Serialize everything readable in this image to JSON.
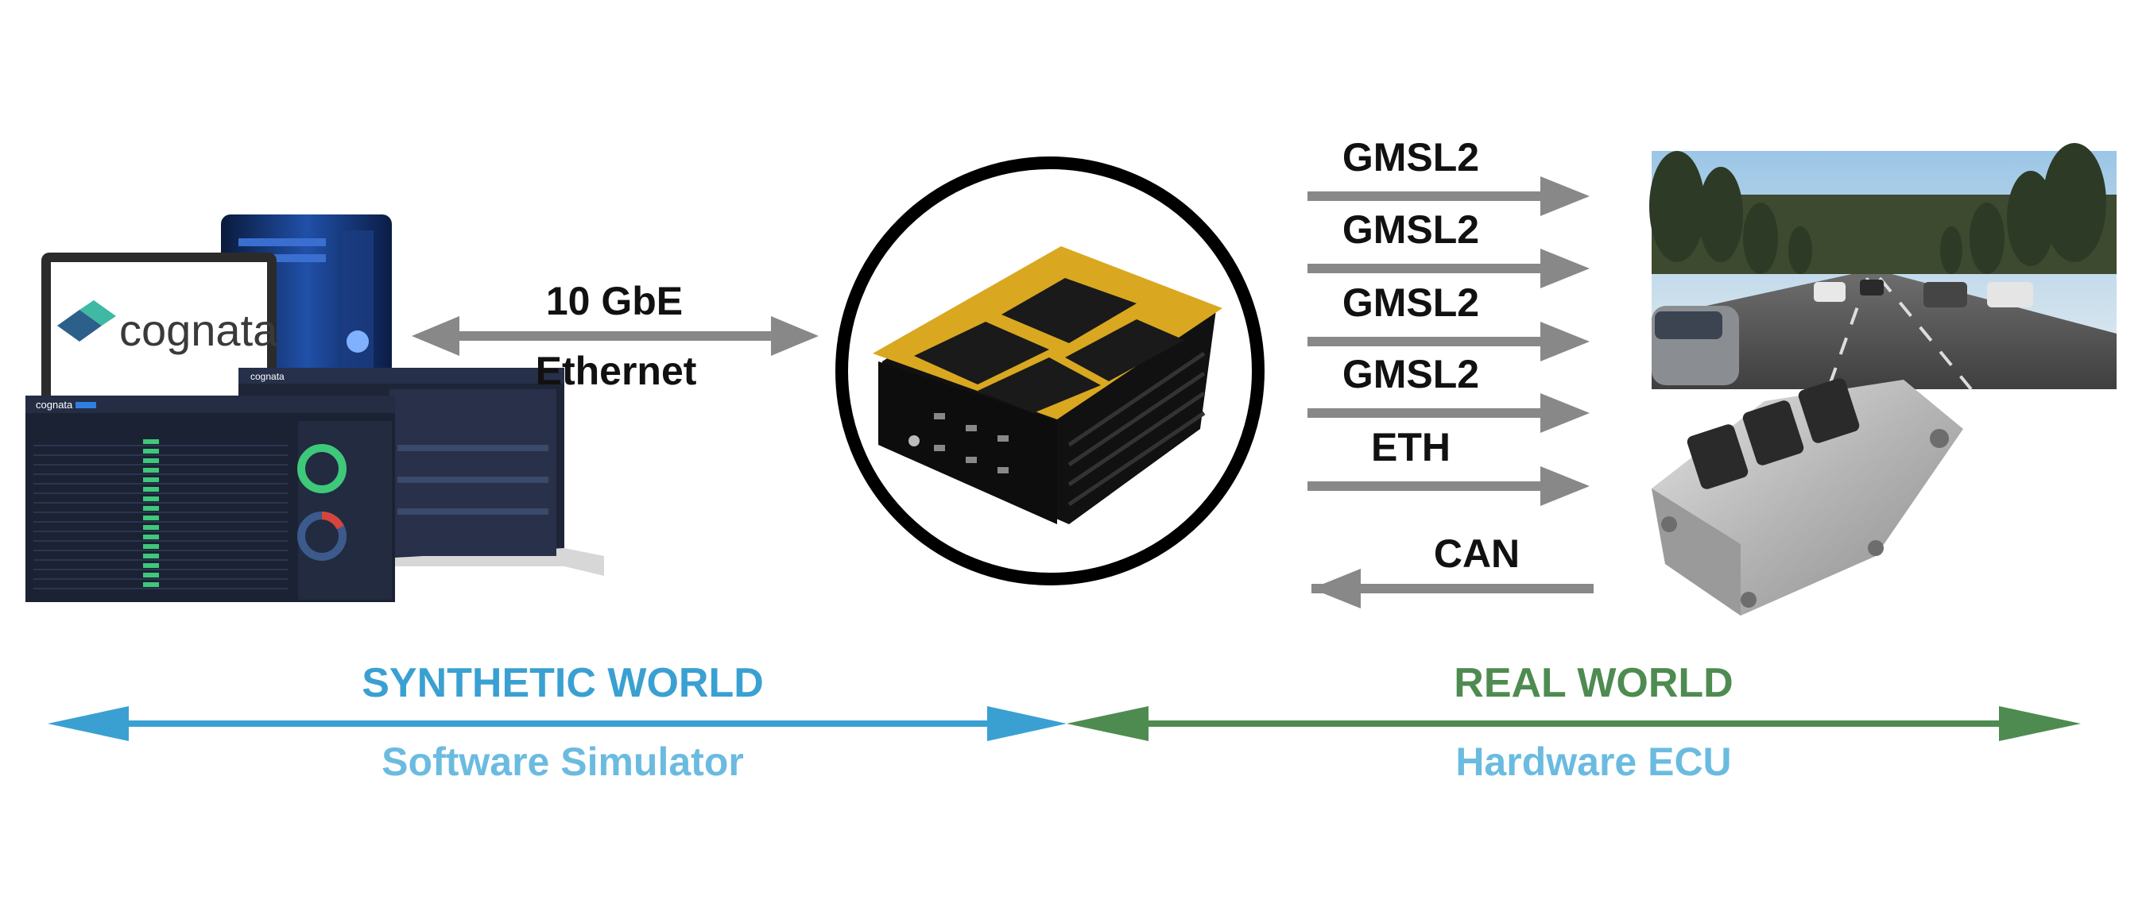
{
  "simulator": {
    "logo_text": "cognata",
    "screen_brand": "cognata"
  },
  "links": {
    "ethernet_line1": "10 GbE",
    "ethernet_line2": "Ethernet",
    "outputs": [
      "GMSL2",
      "GMSL2",
      "GMSL2",
      "GMSL2",
      "ETH"
    ],
    "input": "CAN"
  },
  "worlds": {
    "synthetic": {
      "title": "SYNTHETIC WORLD",
      "subtitle": "Software Simulator"
    },
    "real": {
      "title": "REAL WORLD",
      "subtitle": "Hardware ECU"
    }
  },
  "colors": {
    "synthetic_arrow": "#3aa0d2",
    "real_arrow": "#4e8b50",
    "subtitle": "#6bbbe0",
    "link_arrow": "#888888",
    "device_yellow": "#d9a820"
  }
}
